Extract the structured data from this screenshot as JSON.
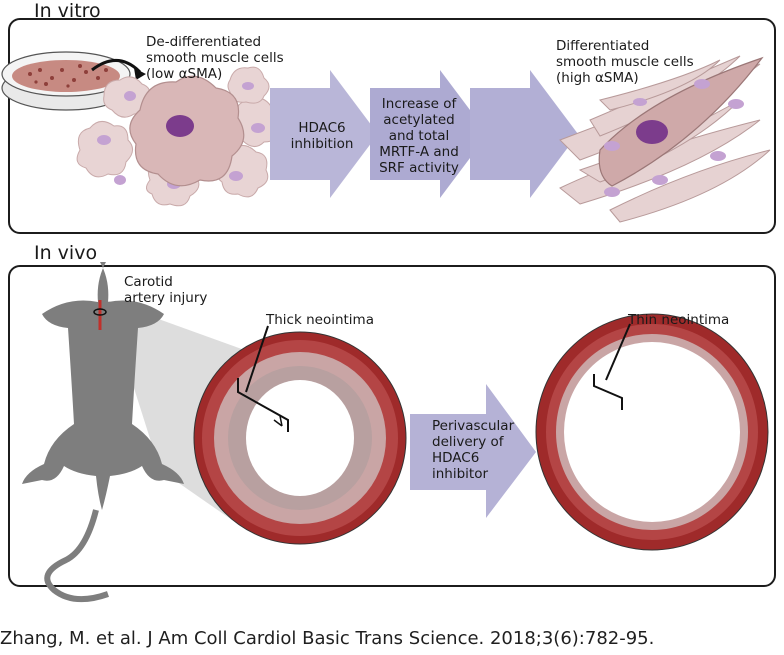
{
  "sections": {
    "in_vitro": "In vitro",
    "in_vivo": "In vivo"
  },
  "in_vitro": {
    "dedifferentiated_lines": [
      "De-differentiated",
      "smooth muscle cells",
      "(low αSMA)"
    ],
    "step1_lines": [
      "HDAC6",
      "inhibition"
    ],
    "step2_lines": [
      "Increase of",
      "acetylated",
      "and total",
      "MRTF-A and",
      "SRF activity"
    ],
    "differentiated_lines": [
      "Differentiated",
      "smooth muscle cells",
      "(high αSMA)"
    ]
  },
  "in_vivo": {
    "injury_lines": [
      "Carotid",
      "artery injury"
    ],
    "thick_label": "Thick neointima",
    "thin_label": "Thin neointima",
    "delivery_lines": [
      "Perivascular",
      "delivery of",
      "HDAC6",
      "inhibitor"
    ]
  },
  "citation": "Zhang, M. et al. J Am Coll Cardiol Basic Trans Science. 2018;3(6):782-95.",
  "colors": {
    "arrow": "#b7b4d6",
    "cell_body": "#d8bcbc",
    "nucleus": "#b48ac8",
    "artery_red": "#a52a2a",
    "artery_pink": "#c9a8a8",
    "mouse": "#7d7d7d"
  }
}
